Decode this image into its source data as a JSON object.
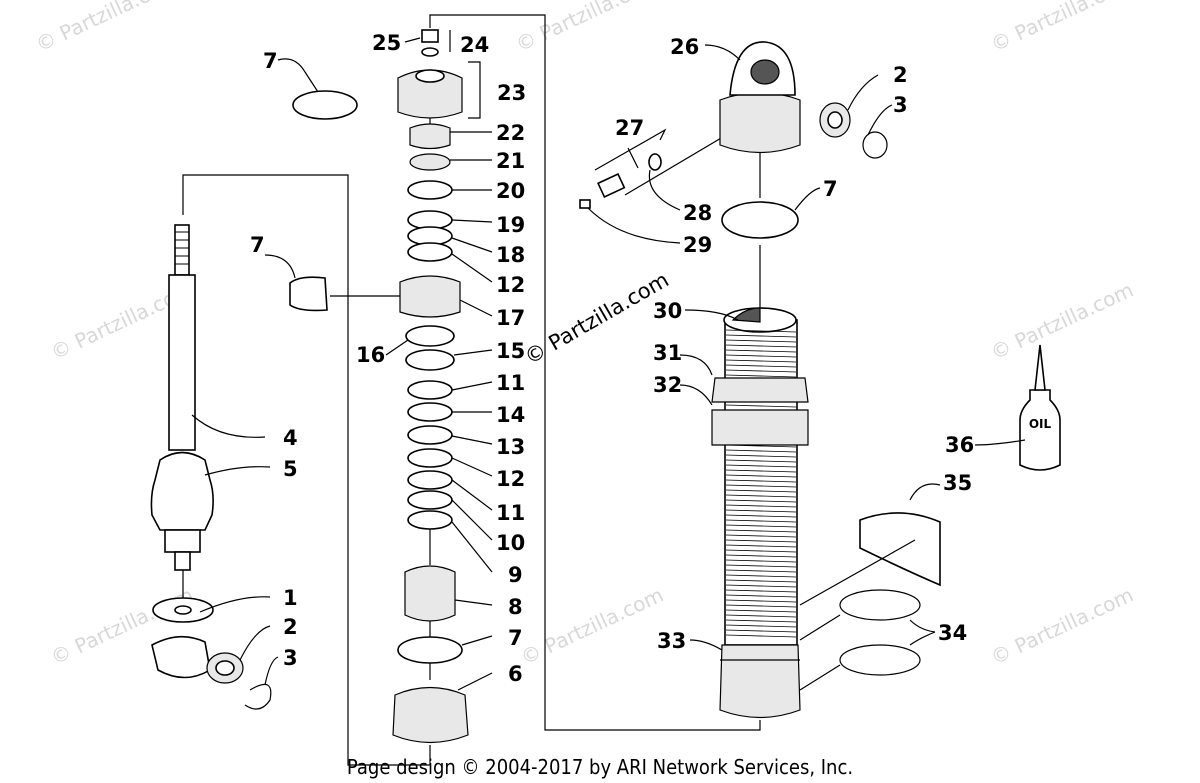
{
  "diagram": {
    "callouts": [
      {
        "id": "c7a",
        "text": "7"
      },
      {
        "id": "c25",
        "text": "25"
      },
      {
        "id": "c24",
        "text": "24"
      },
      {
        "id": "c23",
        "text": "23"
      },
      {
        "id": "c22",
        "text": "22"
      },
      {
        "id": "c21",
        "text": "21"
      },
      {
        "id": "c20",
        "text": "20"
      },
      {
        "id": "c19",
        "text": "19"
      },
      {
        "id": "c18",
        "text": "18"
      },
      {
        "id": "c12a",
        "text": "12"
      },
      {
        "id": "c7b",
        "text": "7"
      },
      {
        "id": "c17",
        "text": "17"
      },
      {
        "id": "c16",
        "text": "16"
      },
      {
        "id": "c15",
        "text": "15"
      },
      {
        "id": "c11a",
        "text": "11"
      },
      {
        "id": "c14",
        "text": "14"
      },
      {
        "id": "c13",
        "text": "13"
      },
      {
        "id": "c12b",
        "text": "12"
      },
      {
        "id": "c11b",
        "text": "11"
      },
      {
        "id": "c10",
        "text": "10"
      },
      {
        "id": "c9",
        "text": "9"
      },
      {
        "id": "c8",
        "text": "8"
      },
      {
        "id": "c7c",
        "text": "7"
      },
      {
        "id": "c6",
        "text": "6"
      },
      {
        "id": "c4",
        "text": "4"
      },
      {
        "id": "c5",
        "text": "5"
      },
      {
        "id": "c1",
        "text": "1"
      },
      {
        "id": "c2a",
        "text": "2"
      },
      {
        "id": "c3a",
        "text": "3"
      },
      {
        "id": "c26",
        "text": "26"
      },
      {
        "id": "c2b",
        "text": "2"
      },
      {
        "id": "c3b",
        "text": "3"
      },
      {
        "id": "c27",
        "text": "27"
      },
      {
        "id": "c28",
        "text": "28"
      },
      {
        "id": "c29",
        "text": "29"
      },
      {
        "id": "c7d",
        "text": "7"
      },
      {
        "id": "c30",
        "text": "30"
      },
      {
        "id": "c31",
        "text": "31"
      },
      {
        "id": "c32",
        "text": "32"
      },
      {
        "id": "c36",
        "text": "36"
      },
      {
        "id": "c35",
        "text": "35"
      },
      {
        "id": "c33",
        "text": "33"
      },
      {
        "id": "c34",
        "text": "34"
      }
    ],
    "oil_label": "OIL"
  },
  "watermark": {
    "text": "© Partzilla.com",
    "main_text": "© Partzilla.com"
  },
  "footer": {
    "text": "Page design © 2004-2017 by ARI Network Services, Inc."
  }
}
